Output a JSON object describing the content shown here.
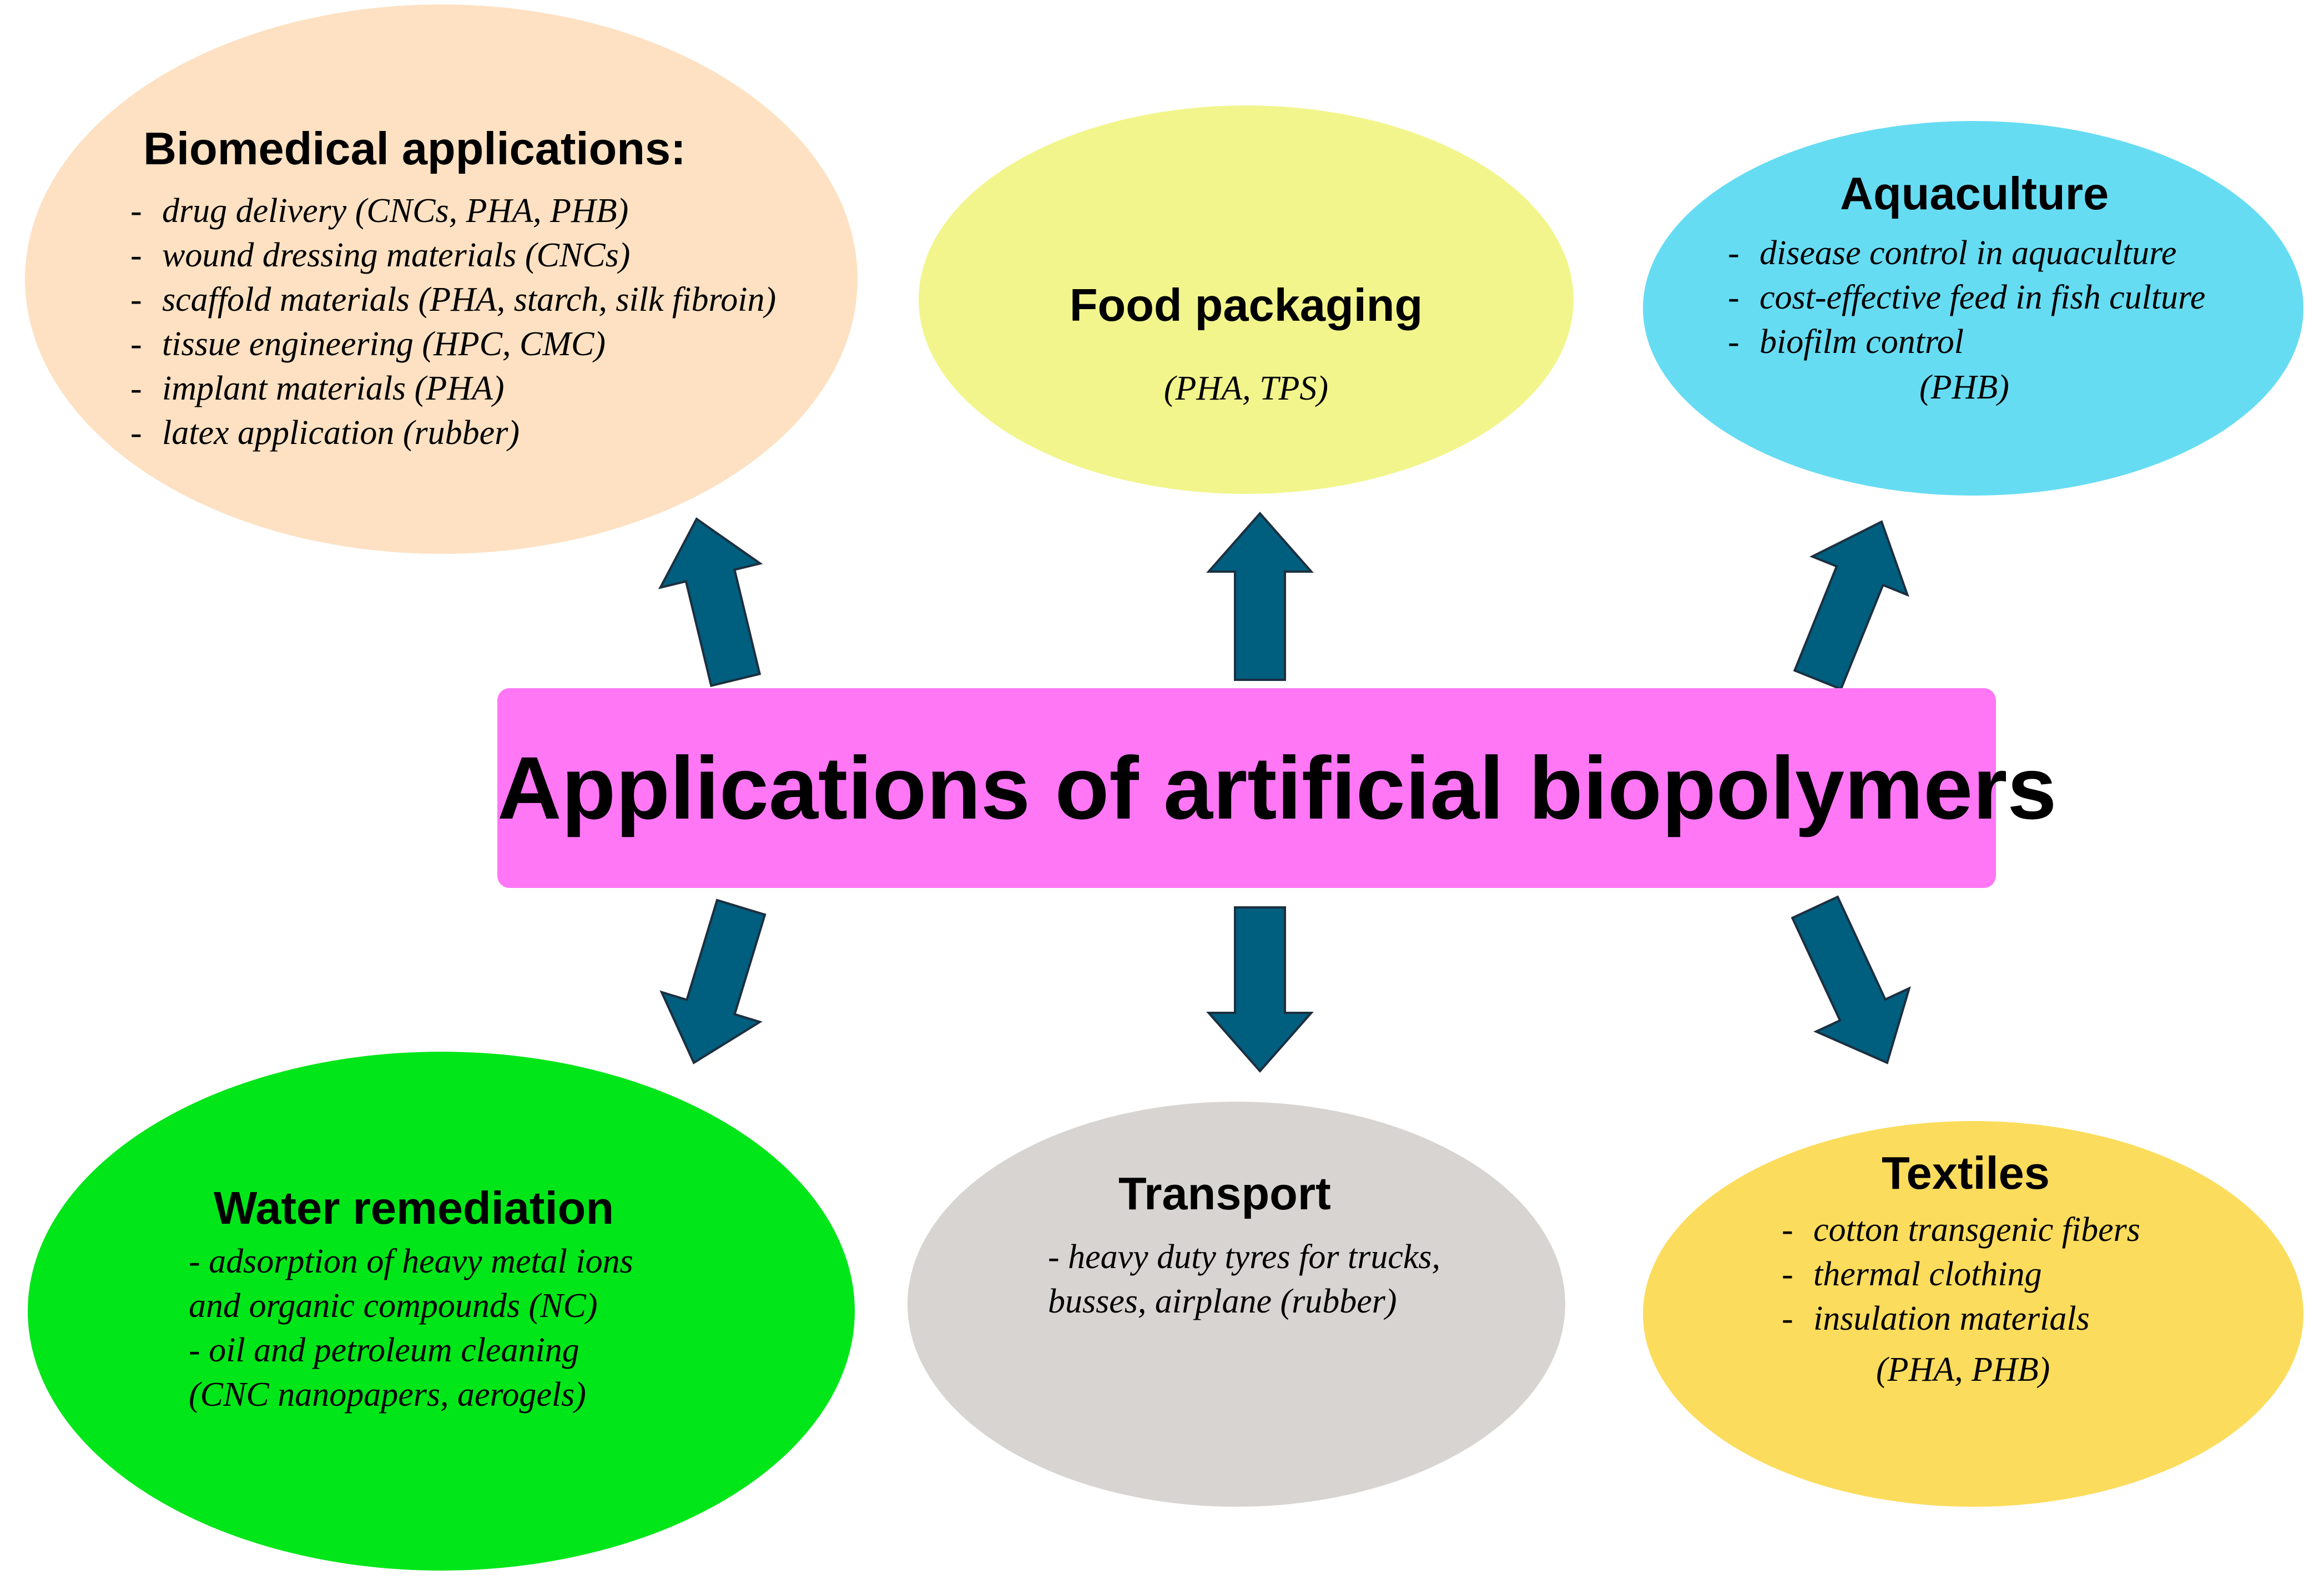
{
  "center": {
    "title": "Applications of artificial biopolymers",
    "color": "#ff77f5"
  },
  "arrow_color": "#005e7f",
  "nodes": {
    "biomedical": {
      "title": "Biomedical applications:",
      "color": "#fde1c2",
      "items": [
        "drug delivery (CNCs, PHA, PHB)",
        "wound dressing materials (CNCs)",
        "scaffold materials (PHA, starch, silk fibroin)",
        "tissue engineering (HPC, CMC)",
        "implant materials (PHA)",
        "latex application (rubber)"
      ]
    },
    "food": {
      "title": "Food packaging",
      "color": "#f2f58c",
      "tag": "(PHA, TPS)"
    },
    "aquaculture": {
      "title": "Aquaculture",
      "color": "#66dcf3",
      "items": [
        "disease control in aquaculture",
        "cost-effective feed in fish culture",
        "biofilm control"
      ],
      "tag": "(PHB)"
    },
    "water": {
      "title": "Water remediation",
      "color": "#01e619",
      "lines": [
        "-  adsorption of heavy metal ions",
        "and organic compounds (NC)",
        "-  oil and petroleum cleaning",
        "(CNC nanopapers, aerogels)"
      ]
    },
    "transport": {
      "title": "Transport",
      "color": "#d7d4d1",
      "lines": [
        "-  heavy duty tyres for trucks,",
        "busses, airplane (rubber)"
      ]
    },
    "textiles": {
      "title": "Textiles",
      "color": "#fcdc5c",
      "items": [
        "cotton transgenic fibers",
        "thermal clothing",
        "insulation materials"
      ],
      "tag": "(PHA, PHB)"
    }
  }
}
